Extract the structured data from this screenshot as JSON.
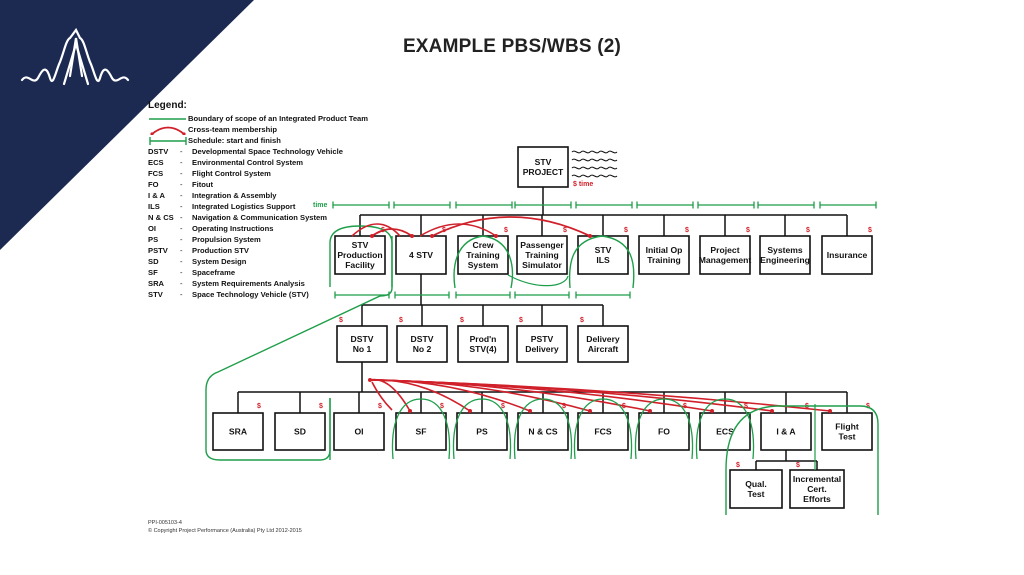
{
  "title": "EXAMPLE PBS/WBS (2)",
  "legend": {
    "heading": "Legend:",
    "symbols": [
      {
        "symbol": "boundary",
        "text": "Boundary of scope of an Integrated Product Team"
      },
      {
        "symbol": "cross-team",
        "text": "Cross-team membership"
      },
      {
        "symbol": "schedule",
        "text": "Schedule: start and finish"
      }
    ],
    "abbreviations": [
      {
        "abbr": "DSTV",
        "desc": "Developmental Space Technology Vehicle"
      },
      {
        "abbr": "ECS",
        "desc": "Environmental Control System"
      },
      {
        "abbr": "FCS",
        "desc": "Flight Control System"
      },
      {
        "abbr": "FO",
        "desc": "Fitout"
      },
      {
        "abbr": "I & A",
        "desc": "Integration & Assembly"
      },
      {
        "abbr": "ILS",
        "desc": "Integrated Logistics Support"
      },
      {
        "abbr": "N & CS",
        "desc": "Navigation & Communication System"
      },
      {
        "abbr": "OI",
        "desc": "Operating Instructions"
      },
      {
        "abbr": "PS",
        "desc": "Propulsion System"
      },
      {
        "abbr": "PSTV",
        "desc": "Production STV"
      },
      {
        "abbr": "SD",
        "desc": "System Design"
      },
      {
        "abbr": "SF",
        "desc": "Spaceframe"
      },
      {
        "abbr": "SRA",
        "desc": "System Requirements Analysis"
      },
      {
        "abbr": "STV",
        "desc": "Space Technology Vehicle (STV)"
      }
    ]
  },
  "labels": {
    "time": "time",
    "cost": "$",
    "dollar_time": "$ time"
  },
  "colors": {
    "green": "#1e9e4a",
    "red": "#d0202a",
    "navy": "#1c2a52"
  },
  "nodes": {
    "root": {
      "lines": [
        "STV",
        "PROJECT"
      ]
    },
    "level1": [
      {
        "id": "stv-production-facility",
        "lines": [
          "STV",
          "Production",
          "Facility"
        ]
      },
      {
        "id": "4-stv",
        "lines": [
          "4 STV"
        ]
      },
      {
        "id": "crew-training-system",
        "lines": [
          "Crew",
          "Training",
          "System"
        ]
      },
      {
        "id": "passenger-training-simulator",
        "lines": [
          "Passenger",
          "Training",
          "Simulator"
        ]
      },
      {
        "id": "stv-ils",
        "lines": [
          "STV",
          "ILS"
        ]
      },
      {
        "id": "initial-op-training",
        "lines": [
          "Initial Op",
          "Training"
        ]
      },
      {
        "id": "project-management",
        "lines": [
          "Project",
          "Management"
        ]
      },
      {
        "id": "systems-engineering",
        "lines": [
          "Systems",
          "Engineering"
        ]
      },
      {
        "id": "insurance",
        "lines": [
          "Insurance"
        ]
      }
    ],
    "level2": [
      {
        "id": "dstv-no-1",
        "lines": [
          "DSTV",
          "No 1"
        ]
      },
      {
        "id": "dstv-no-2",
        "lines": [
          "DSTV",
          "No 2"
        ]
      },
      {
        "id": "prodn-stv4",
        "lines": [
          "Prod'n",
          "STV(4)"
        ]
      },
      {
        "id": "pstv-delivery",
        "lines": [
          "PSTV",
          "Delivery"
        ]
      },
      {
        "id": "delivery-aircraft",
        "lines": [
          "Delivery",
          "Aircraft"
        ]
      }
    ],
    "level3": [
      {
        "id": "sra",
        "lines": [
          "SRA"
        ]
      },
      {
        "id": "sd",
        "lines": [
          "SD"
        ]
      },
      {
        "id": "oi",
        "lines": [
          "OI"
        ]
      },
      {
        "id": "sf",
        "lines": [
          "SF"
        ]
      },
      {
        "id": "ps",
        "lines": [
          "PS"
        ]
      },
      {
        "id": "n-cs",
        "lines": [
          "N & CS"
        ]
      },
      {
        "id": "fcs",
        "lines": [
          "FCS"
        ]
      },
      {
        "id": "fo",
        "lines": [
          "FO"
        ]
      },
      {
        "id": "ecs",
        "lines": [
          "ECS"
        ]
      },
      {
        "id": "i-a",
        "lines": [
          "I & A"
        ]
      },
      {
        "id": "flight-test",
        "lines": [
          "Flight",
          "Test"
        ]
      }
    ],
    "level4": [
      {
        "id": "qual-test",
        "lines": [
          "Qual.",
          "Test"
        ]
      },
      {
        "id": "incremental-cert-efforts",
        "lines": [
          "Incremental",
          "Cert.",
          "Efforts"
        ]
      }
    ]
  },
  "footer": {
    "code": "PPI-005103-4",
    "copyright": "© Copyright Project Performance (Australia) Pty Ltd 2012-2015"
  }
}
